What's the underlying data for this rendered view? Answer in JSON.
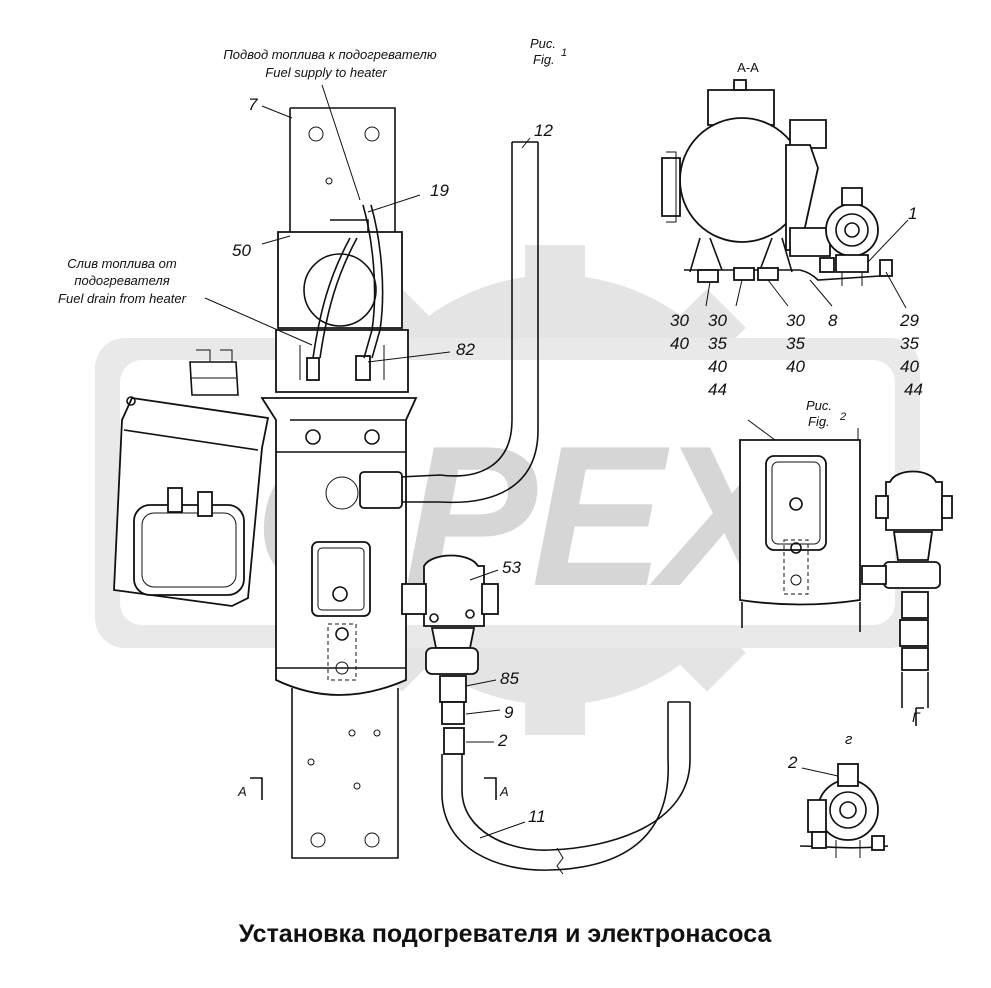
{
  "drawing": {
    "title": "Установка подогревателя и электронасоса",
    "watermark": "OPEX",
    "fig1_ru": "Рис.",
    "fig1_en": "Fig.",
    "fig1_num": "1",
    "fig2_ru": "Рис.",
    "fig2_en": "Fig.",
    "fig2_num": "2",
    "section_view": "А-А",
    "section_a_left": "А",
    "section_a_right": "А",
    "view_g": "г",
    "view_g_mark": "Г",
    "fuel_supply_ru": "Подвод топлива к подогревателю",
    "fuel_supply_en": "Fuel supply to heater",
    "fuel_drain_ru_1": "Слив топлива от",
    "fuel_drain_ru_2": "подогревателя",
    "fuel_drain_en": "Fuel drain from heater",
    "callouts": {
      "p7": "7",
      "p12": "12",
      "p19": "19",
      "p50": "50",
      "p82": "82",
      "p53": "53",
      "p85": "85",
      "p9": "9",
      "p2a": "2",
      "p11": "11",
      "p1": "1",
      "p8": "8",
      "p2b": "2"
    },
    "callout_columns": [
      {
        "lines": [
          "30",
          "40"
        ]
      },
      {
        "lines": [
          "30",
          "35",
          "40",
          "44"
        ]
      },
      {
        "lines": [
          "30",
          "35",
          "40"
        ]
      },
      {
        "lines": [
          "29",
          "35",
          "40",
          "44"
        ]
      }
    ]
  }
}
